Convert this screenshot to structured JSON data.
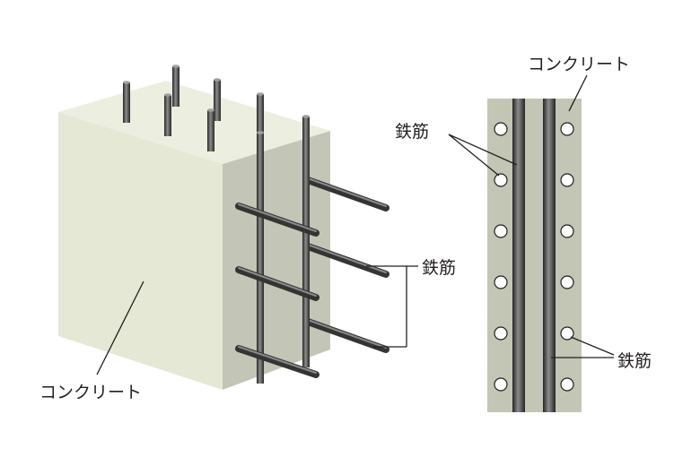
{
  "labels": {
    "concrete_block": "コンクリート",
    "rebar_block": "鉄筋",
    "concrete_section": "コンクリート",
    "rebar_section_top": "鉄筋",
    "rebar_section_bottom": "鉄筋"
  },
  "colors": {
    "concrete_front": "#e6e8d6",
    "concrete_top": "#eceedf",
    "concrete_side": "#c3c6b6",
    "section_fill": "#c3c6b5",
    "rebar_dark": "#343434",
    "rebar_light": "#8a8a8a",
    "line": "#231f20"
  }
}
